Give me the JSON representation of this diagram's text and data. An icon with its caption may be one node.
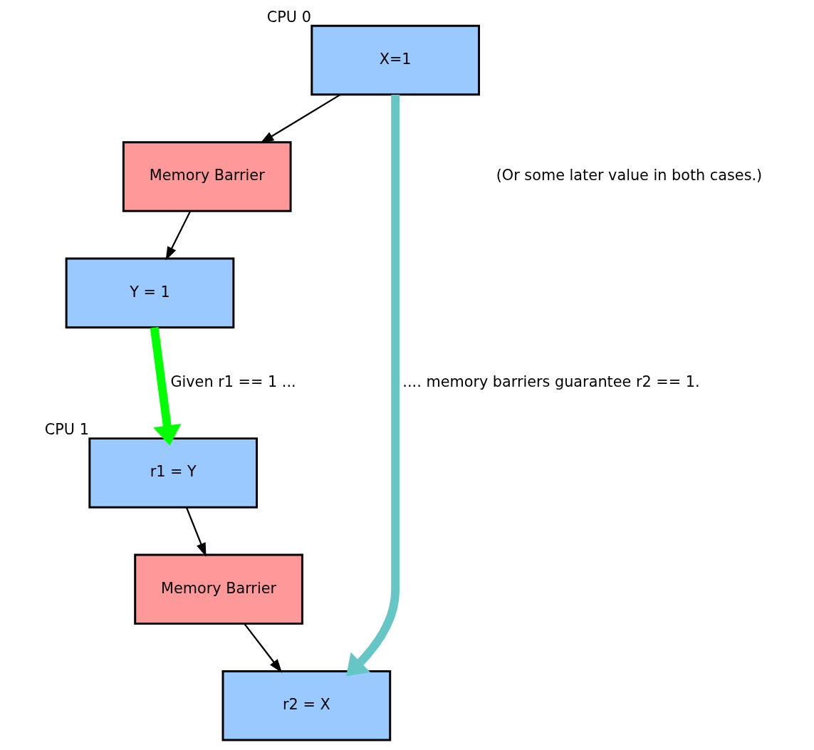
{
  "diagram": {
    "nodes": [
      {
        "text": [
          "X=1"
        ],
        "beside": [
          "CPU 0"
        ]
      },
      {
        "text": [
          "Memory Barrier"
        ]
      },
      {
        "text": [
          "Y = 1"
        ]
      },
      {
        "text": [
          "r1 = Y"
        ],
        "beside": [
          "CPU 1"
        ]
      },
      {
        "text": [
          "Memory Barrier"
        ]
      },
      {
        "text": [
          "r2 = X"
        ]
      }
    ],
    "edges": [
      {
        "from": 0,
        "to": 1,
        "arrow": "to"
      },
      {
        "from": 1,
        "to": 2,
        "arrow": "to"
      },
      {
        "from": 2,
        "to": 3,
        "arrow": "to",
        "label": "Given r1 == 1 ...",
        "style": "thick",
        "color": "#00ff00"
      },
      {
        "from": 0,
        "to": 5,
        "arrow": "to",
        "label": ".... memory barriers guarantee r2 == 1.",
        "style": "thick",
        "color": "#66c6c6"
      },
      {
        "from": 3,
        "to": 4,
        "arrow": "to"
      },
      {
        "from": 4,
        "to": 5,
        "arrow": "to"
      }
    ],
    "labels": [
      "(Or some later value in both cases.)"
    ]
  }
}
